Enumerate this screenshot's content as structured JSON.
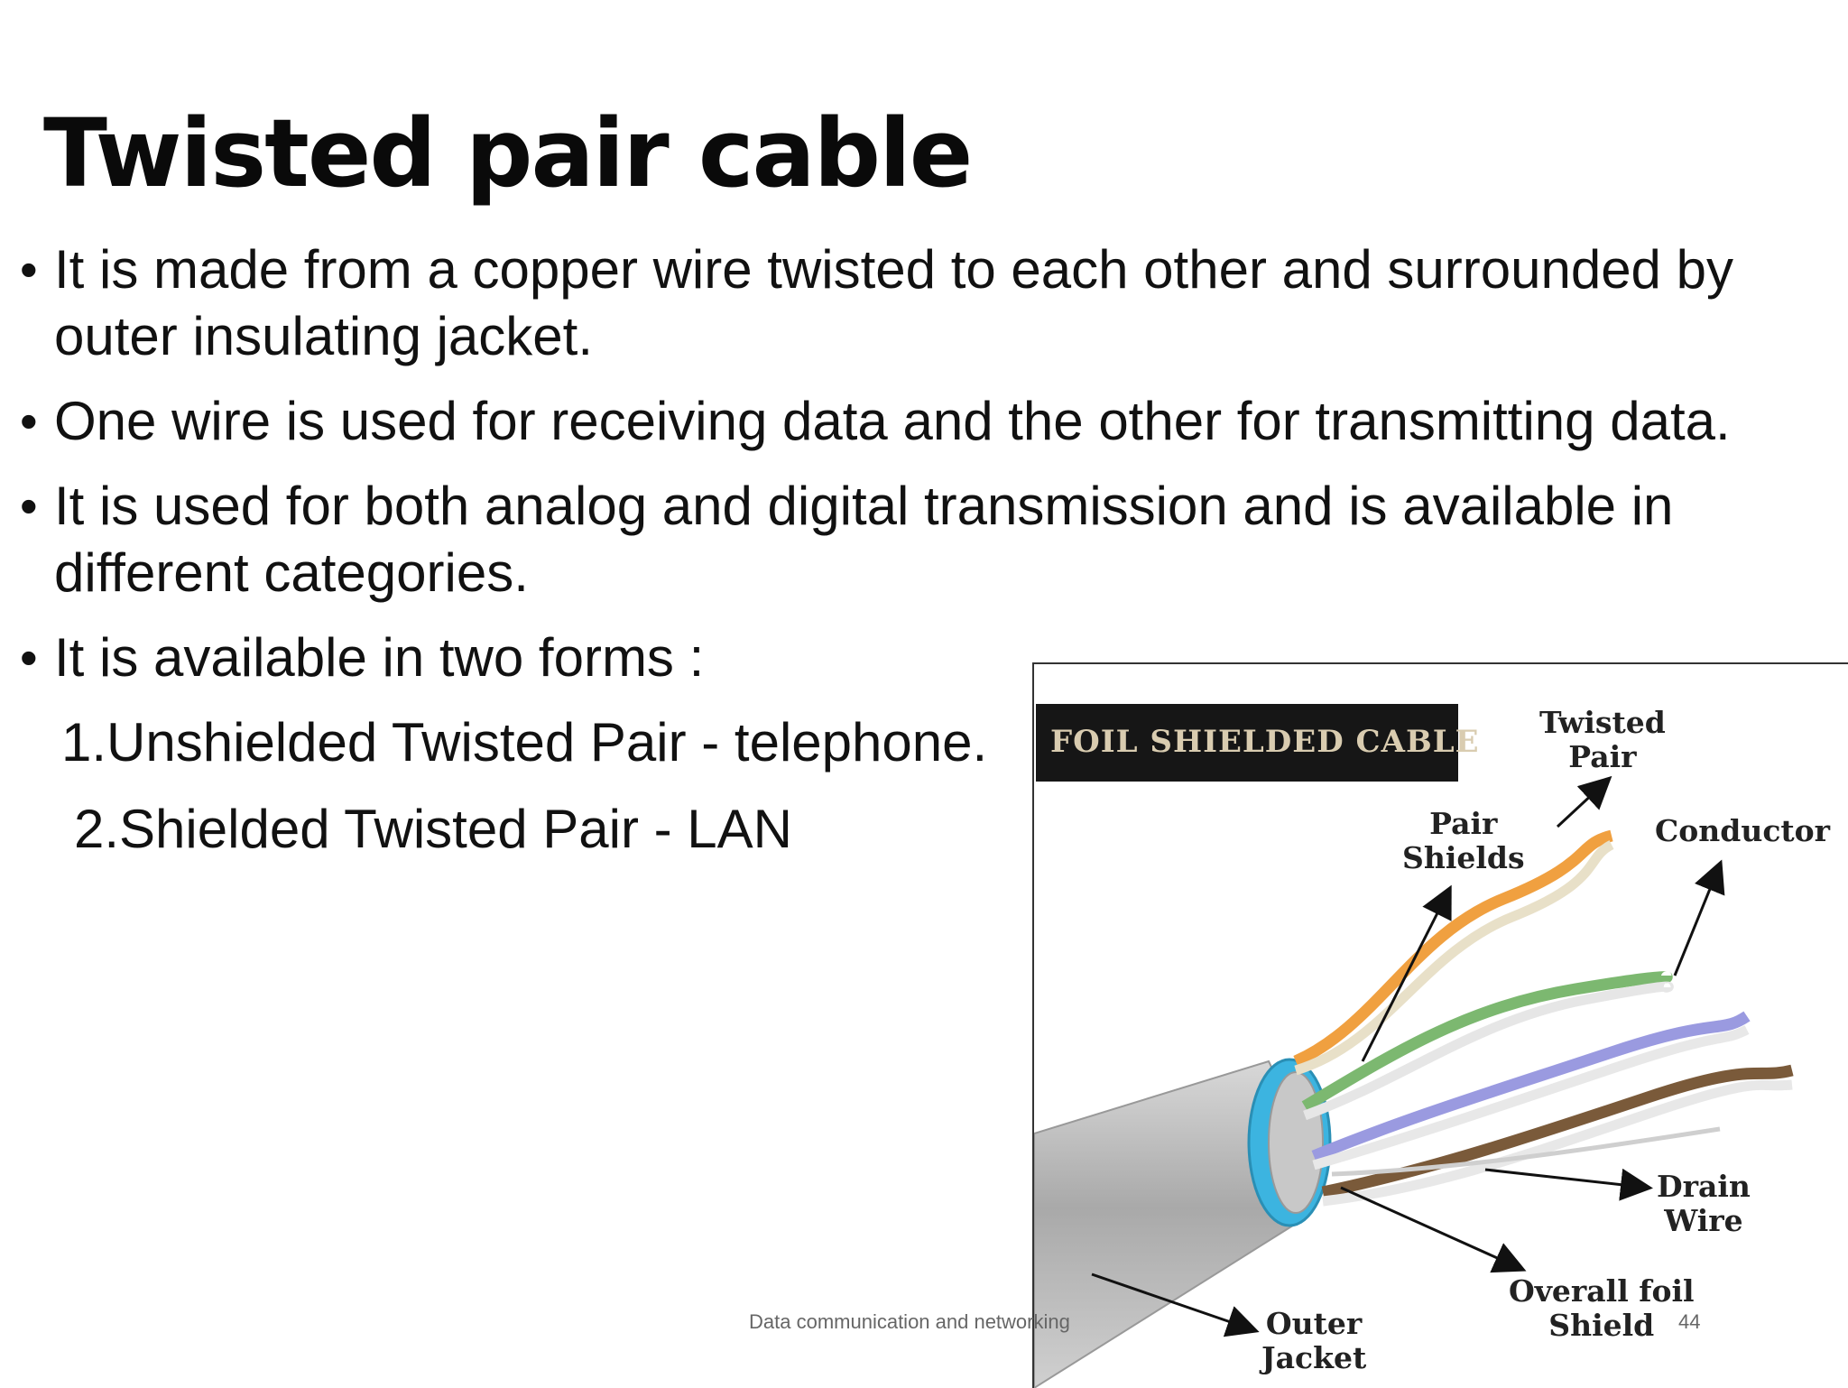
{
  "slide": {
    "title": "Twisted pair cable",
    "bullets": [
      "It is made from a copper wire twisted to each other and surrounded by outer insulating jacket.",
      "One wire is used for receiving data and the other for transmitting data.",
      "It is used for both analog and digital transmission and is available in different categories.",
      "It is available in two forms :"
    ],
    "bullet_glyph": "•",
    "forms": [
      "1.Unshielded Twisted Pair - telephone.",
      "2.Shielded Twisted Pair -  LAN"
    ],
    "footer_text": "Data communication and networking",
    "page_number": "44"
  },
  "figure": {
    "title": "FOIL SHIELDED CABLE",
    "labels": {
      "twisted_pair": "Twisted\nPair",
      "pair_shields": "Pair\nShields",
      "conductor": "Conductor",
      "drain_wire": "Drain\nWire",
      "overall_foil_shield": "Overall foil\nShield",
      "outer_jacket": "Outer\nJacket"
    },
    "colors": {
      "orange_pair": "#f0a040",
      "green_pair": "#7cb870",
      "blue_pair": "#9a9ae0",
      "brown_pair": "#7a5a3a",
      "foil_ring": "#3cb4e0",
      "jacket": "#bfbfbf"
    }
  }
}
